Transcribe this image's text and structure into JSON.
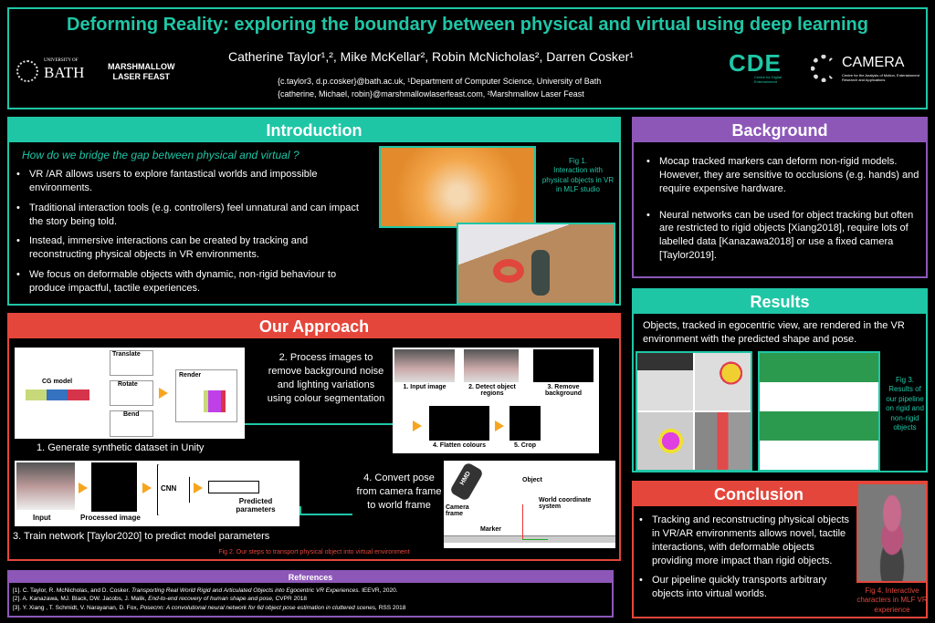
{
  "header": {
    "title": "Deforming Reality: exploring the boundary between physical and virtual using deep learning",
    "authors": "Catherine Taylor¹,², Mike McKellar², Robin McNicholas², Darren Cosker¹",
    "affil1": "{c.taylor3, d.p.cosker}@bath.ac.uk, ¹Department of Computer Science, University of Bath",
    "affil2": "{catherine, Michael, robin}@marshmallowlaserfeast.com, ²Marshmallow Laser Feast",
    "logos": {
      "bath_small": "UNIVERSITY OF",
      "bath": "BATH",
      "mlf1": "MARSHMALLOW",
      "mlf2": "LASER FEAST",
      "cde": "CDE",
      "cde_sub": "Centre for Digital Entertainment",
      "camera": "CAMERA",
      "camera_sub": "Centre for the Analysis of Motion, Entertainment Research and Applications"
    }
  },
  "intro": {
    "title": "Introduction",
    "question": "How do we bridge the gap between physical and virtual ?",
    "bullets": [
      "VR /AR allows users to explore fantastical worlds and impossible environments.",
      "Traditional interaction tools (e.g. controllers) feel unnatural and can impact the story being told.",
      "Instead, immersive interactions can be created by tracking and reconstructing physical objects in VR environments.",
      "We focus on deformable objects with dynamic, non-rigid behaviour to produce impactful, tactile experiences."
    ],
    "fig_label": "Fig 1.",
    "fig_caption": "Interaction with physical objects in VR in MLF studio"
  },
  "background": {
    "title": "Background",
    "bullets": [
      "Mocap tracked markers can deform non-rigid models. However, they are sensitive to occlusions (e.g. hands) and require expensive hardware.",
      "Neural networks can be used for object tracking but often are restricted to rigid objects [Xiang2018], require lots of labelled data [Kanazawa2018] or use a fixed camera [Taylor2019]."
    ]
  },
  "results": {
    "title": "Results",
    "text": "Objects, tracked in egocentric view, are rendered in the VR environment with the predicted shape and pose.",
    "fig_label": "Fig 3.",
    "fig_caption": "Results of our pipeline on rigid and non-rigid objects"
  },
  "approach": {
    "title": "Our Approach",
    "step1": "1. Generate synthetic dataset in Unity",
    "cg_model": "CG model",
    "translate": "Translate",
    "rotate": "Rotate",
    "bend": "Bend",
    "render": "Render",
    "step2": "2. Process images to remove background noise and lighting variations using colour segmentation",
    "sub": [
      "1. Input image",
      "2. Detect object regions",
      "3. Remove background",
      "4. Flatten colours",
      "5. Crop"
    ],
    "step3": "3. Train network [Taylor2020] to predict model parameters",
    "input": "Input",
    "processed": "Processed image",
    "cnn": "CNN",
    "predicted": "Predicted parameters",
    "step4": "4. Convert pose from camera frame to world frame",
    "hmd": "HMD",
    "object": "Object",
    "camera_frame": "Camera frame",
    "world": "World coordinate system",
    "marker": "Marker",
    "fig_caption": "Fig 2. Our steps to transport physical object into virtual environment"
  },
  "references": {
    "title": "References",
    "items": [
      {
        "n": "[1]. C. Taylor, R. McNicholas, and D. Cosker.",
        "t": "Transporting Real World Rigid and Articulated Objects into Egocentric VR Experiences.",
        "v": "IEEVR, 2020."
      },
      {
        "n": "[2]. A. Kanazawa, MJ. Black, DW. Jacobs, J. Malik,",
        "t": "End-to-end recovery of human shape and pose,",
        "v": "CVPR 2018"
      },
      {
        "n": "[3]. Y. Xiang , T. Schmidt, V. Narayanan, D. Fox,",
        "t": "Posecnn: A convolutional neural network for 6d object pose estimation in cluttered scenes,",
        "v": "RSS 2018"
      }
    ]
  },
  "conclusion": {
    "title": "Conclusion",
    "bullets": [
      "Tracking and reconstructing physical objects in VR/AR environments allows novel, tactile interactions, with deformable objects providing more impact than rigid objects.",
      "Our pipeline quickly transports arbitrary objects into virtual worlds."
    ],
    "fig_caption": "Fig 4. Interactive characters in MLF VR experience"
  }
}
